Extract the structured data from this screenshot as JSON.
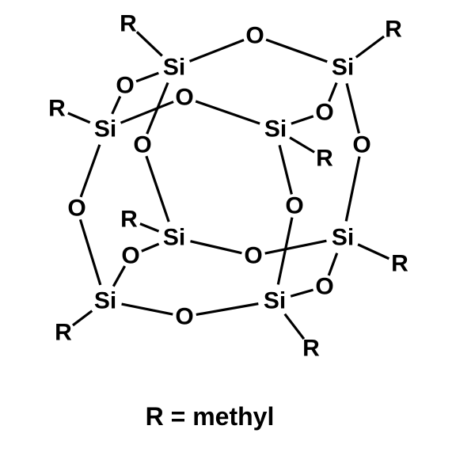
{
  "molecule": {
    "atoms": [
      {
        "id": "si1",
        "label": "Si"
      },
      {
        "id": "si2",
        "label": "Si"
      },
      {
        "id": "si3",
        "label": "Si"
      },
      {
        "id": "si4",
        "label": "Si"
      },
      {
        "id": "si5",
        "label": "Si"
      },
      {
        "id": "si6",
        "label": "Si"
      },
      {
        "id": "si7",
        "label": "Si"
      },
      {
        "id": "si8",
        "label": "Si"
      },
      {
        "id": "o1",
        "label": "O"
      },
      {
        "id": "o2",
        "label": "O"
      },
      {
        "id": "o3",
        "label": "O"
      },
      {
        "id": "o4",
        "label": "O"
      },
      {
        "id": "o5",
        "label": "O"
      },
      {
        "id": "o6",
        "label": "O"
      },
      {
        "id": "o7",
        "label": "O"
      },
      {
        "id": "o8",
        "label": "O"
      },
      {
        "id": "o9",
        "label": "O"
      },
      {
        "id": "o10",
        "label": "O"
      },
      {
        "id": "o11",
        "label": "O"
      },
      {
        "id": "o12",
        "label": "O"
      },
      {
        "id": "r1",
        "label": "R"
      },
      {
        "id": "r2",
        "label": "R"
      },
      {
        "id": "r3",
        "label": "R"
      },
      {
        "id": "r4",
        "label": "R"
      },
      {
        "id": "r5",
        "label": "R"
      },
      {
        "id": "r6",
        "label": "R"
      },
      {
        "id": "r7",
        "label": "R"
      },
      {
        "id": "r8",
        "label": "R"
      }
    ],
    "bonds": [
      [
        "si1",
        "r1"
      ],
      [
        "si1",
        "o1"
      ],
      [
        "o1",
        "si2"
      ],
      [
        "si2",
        "r2"
      ],
      [
        "si1",
        "o2"
      ],
      [
        "o2",
        "si3"
      ],
      [
        "si1",
        "o5"
      ],
      [
        "si3",
        "r3"
      ],
      [
        "si3",
        "o3"
      ],
      [
        "o3",
        "si4"
      ],
      [
        "si4",
        "o4"
      ],
      [
        "o4",
        "si2"
      ],
      [
        "si4",
        "r4"
      ],
      [
        "si2",
        "o6"
      ],
      [
        "o6",
        "si6"
      ],
      [
        "si3",
        "o7"
      ],
      [
        "o7",
        "si7"
      ],
      [
        "o5",
        "si5"
      ],
      [
        "si4",
        "o8"
      ],
      [
        "o8",
        "si8"
      ],
      [
        "si5",
        "r5"
      ],
      [
        "si5",
        "o9"
      ],
      [
        "o9",
        "si7"
      ],
      [
        "si5",
        "o10"
      ],
      [
        "o10",
        "si6"
      ],
      [
        "si6",
        "r6"
      ],
      [
        "si6",
        "o11"
      ],
      [
        "o11",
        "si8"
      ],
      [
        "si7",
        "r7"
      ],
      [
        "si7",
        "o12"
      ],
      [
        "o12",
        "si8"
      ],
      [
        "si8",
        "r8"
      ]
    ]
  },
  "caption": "R = methyl"
}
